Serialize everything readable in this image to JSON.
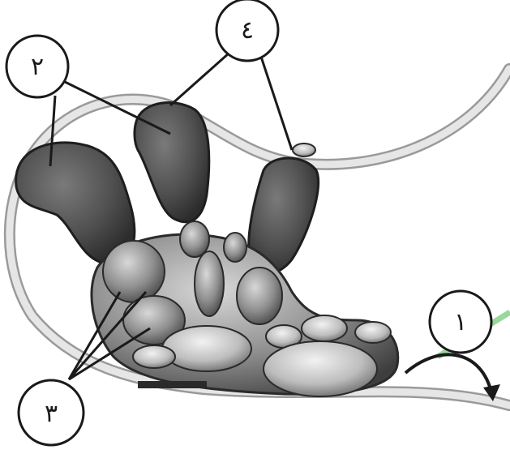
{
  "labels": {
    "one": "١",
    "two": "٢",
    "three": "٣",
    "four": "٤"
  },
  "colors": {
    "background": "#ffffff",
    "line": "#1a1a1a",
    "dark_tissue": "#5b5b5b",
    "mid_tissue": "#8a8a8a",
    "light_tissue": "#c9c9c9",
    "tube": "#d6d6d6",
    "accent_green": "#9ad79a"
  }
}
